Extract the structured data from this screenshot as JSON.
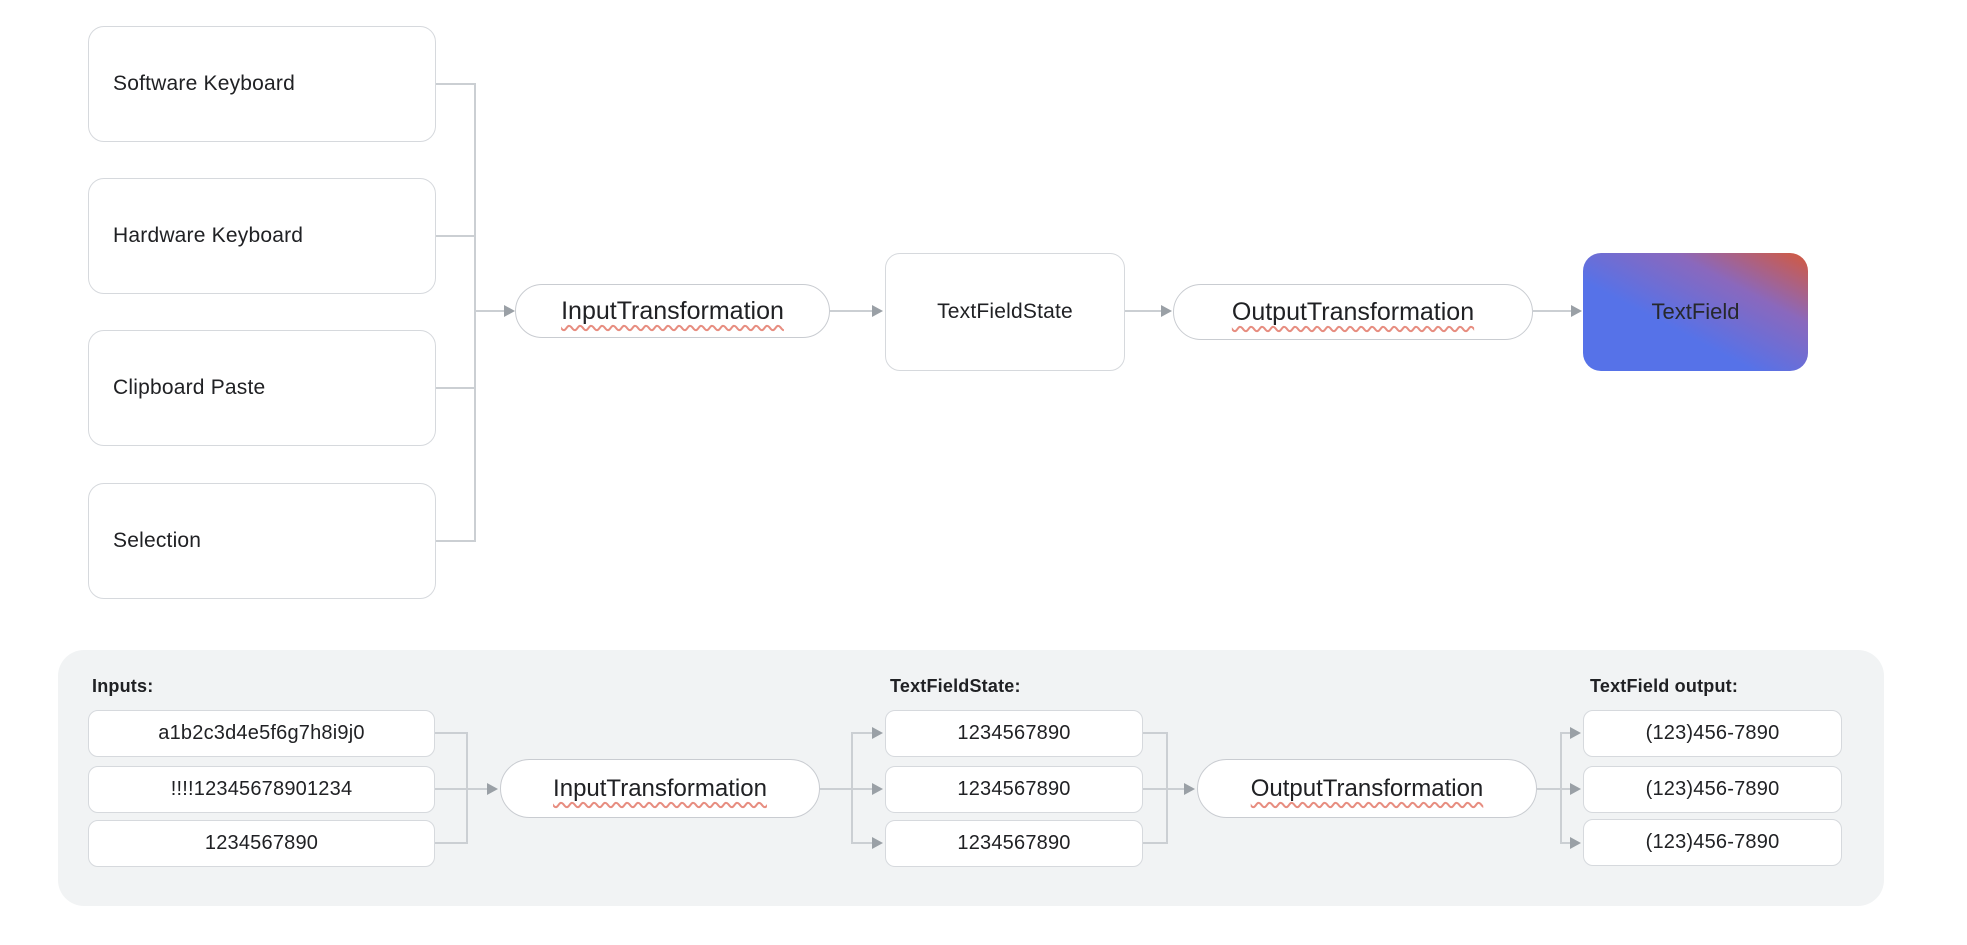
{
  "top_flow": {
    "sources": [
      "Software Keyboard",
      "Hardware Keyboard",
      "Clipboard Paste",
      "Selection"
    ],
    "input_transformation": "InputTransformation",
    "text_field_state": "TextFieldState",
    "output_transformation": "OutputTransformation",
    "text_field": "TextField"
  },
  "example_panel": {
    "inputs_heading": "Inputs:",
    "inputs": [
      "a1b2c3d4e5f6g7h8i9j0",
      "!!!!12345678901234",
      "1234567890"
    ],
    "input_transformation": "InputTransformation",
    "state_heading": "TextFieldState:",
    "state_values": [
      "1234567890",
      "1234567890",
      "1234567890"
    ],
    "output_transformation": "OutputTransformation",
    "output_heading": "TextField output:",
    "output_values": [
      "(123)456-7890",
      "(123)456-7890",
      "(123)456-7890"
    ]
  },
  "colors": {
    "panel_background": "#f1f3f4",
    "node_background": "#ffffff",
    "node_border": "#d6d9dd",
    "connector_line": "#cbcfd3",
    "arrowhead": "#9aa0a6",
    "text": "#202124",
    "squiggle_underline": "#e78d80",
    "textfield_gradient_start": "#5672e8",
    "textfield_gradient_mid": "#8a68bd",
    "textfield_gradient_end": "#cf5a45"
  }
}
